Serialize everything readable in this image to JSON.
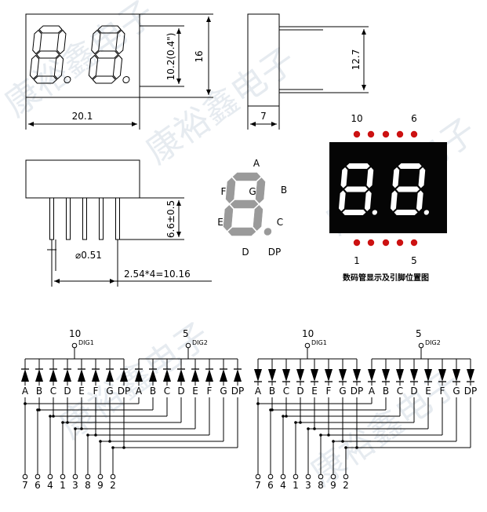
{
  "dimensions": {
    "width_total": "20.1",
    "digit_height": "10.2(0.4\")",
    "height_total": "16",
    "depth": "7",
    "pin_length": "12.7",
    "pin_standoff": "6.6±0.5",
    "pin_diameter": "⌀0.51",
    "pin_pitch": "2.54*4=10.16"
  },
  "segments": [
    "A",
    "B",
    "C",
    "D",
    "E",
    "F",
    "G",
    "DP"
  ],
  "pinout_diagram": {
    "title": "数码管显示及引脚位置图",
    "top_pin_left": "10",
    "top_pin_right": "6",
    "bottom_pin_left": "1",
    "bottom_pin_right": "5"
  },
  "circuits": [
    {
      "dig1_pin": "10",
      "dig1_label": "DIG1",
      "dig2_pin": "5",
      "dig2_label": "DIG2",
      "segment_labels": [
        "A",
        "B",
        "C",
        "D",
        "E",
        "F",
        "G",
        "DP"
      ],
      "bottom_pins": [
        "7",
        "6",
        "4",
        "1",
        "3",
        "8",
        "9",
        "2"
      ]
    },
    {
      "dig1_pin": "10",
      "dig1_label": "DIG1",
      "dig2_pin": "5",
      "dig2_label": "DIG2",
      "segment_labels": [
        "A",
        "B",
        "C",
        "D",
        "E",
        "F",
        "G",
        "DP"
      ],
      "bottom_pins": [
        "7",
        "6",
        "4",
        "1",
        "3",
        "8",
        "9",
        "2"
      ]
    }
  ],
  "watermark": "康裕鑫电子",
  "colors": {
    "line": "#000000",
    "pin_red": "#cc1111",
    "display_bg": "#050505",
    "segment_on": "#ffffff"
  }
}
